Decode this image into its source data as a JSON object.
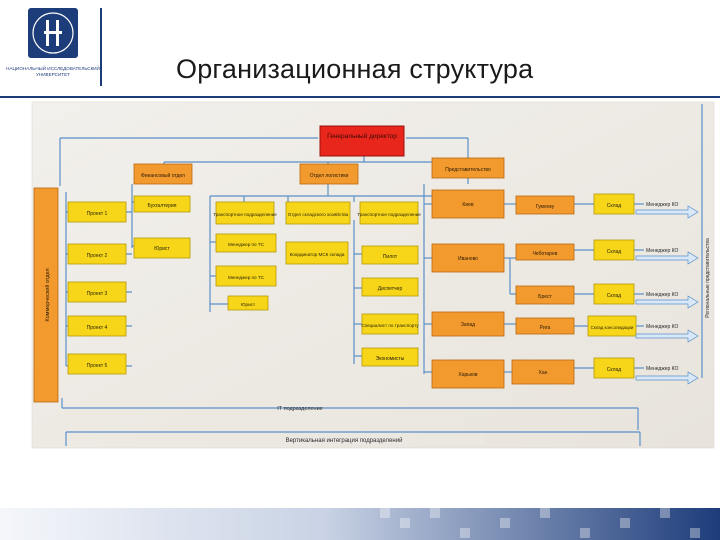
{
  "header": {
    "title": "Организационная структура",
    "logo_caption_line1": "НАЦИОНАЛЬНЫЙ ИССЛЕДОВАТЕЛЬСКИЙ",
    "logo_caption_line2": "УНИВЕРСИТЕТ"
  },
  "org": {
    "ceo": "Генеральный директор",
    "finance": "Финансовый отдел",
    "logistics": "Отдел логистики",
    "representative": "Представительство",
    "commercial": "Коммерческий отдел",
    "transport_sub": "Транспортное подразделение",
    "warehouse_dept": "Отдел складского хозяйства",
    "transport_dept_sub": "Транспортное подразделение",
    "accounting": "Бухгалтерия",
    "lawyer": "Юрист",
    "coordinator_msk": "Координатор МСК склада",
    "pilot": "Пилот",
    "dispatcher": "Диспетчер",
    "warehouse_specialist": "Специалист по транспорту",
    "economist": "Экономисты",
    "lawyer2": "Юрист",
    "sales_manager_vs": "Менеджер по ТС",
    "sales_manager_ts": "Менеджер по ТС",
    "projects": [
      "Проект 1",
      "Проект 2",
      "Проект 3",
      "Проект 4",
      "Проект 5"
    ],
    "regions": [
      "Киев",
      "Иваново",
      "Запад",
      "Харьков"
    ],
    "sub_regions": [
      "Гуменку",
      "Чеботарев",
      "Брест",
      "Рига",
      "Хан"
    ],
    "warehouses": [
      "Склад",
      "Склад",
      "Склад",
      "Склад консолидации",
      "Склад"
    ],
    "managers": [
      "Менеджер КО",
      "Менеджер КО",
      "Менеджер КО",
      "Менеджер КО",
      "Менеджер КО"
    ],
    "regional_vertical": "Региональные представительства",
    "it_label": "IT подразделение",
    "bottom_label": "Вертикальная интеграция подразделений"
  },
  "colors": {
    "ceo": "#e8261c",
    "orange": "#f29a2e",
    "yellow": "#f7d61a",
    "line": "#5b8fc9",
    "navy": "#1d3c7a"
  }
}
